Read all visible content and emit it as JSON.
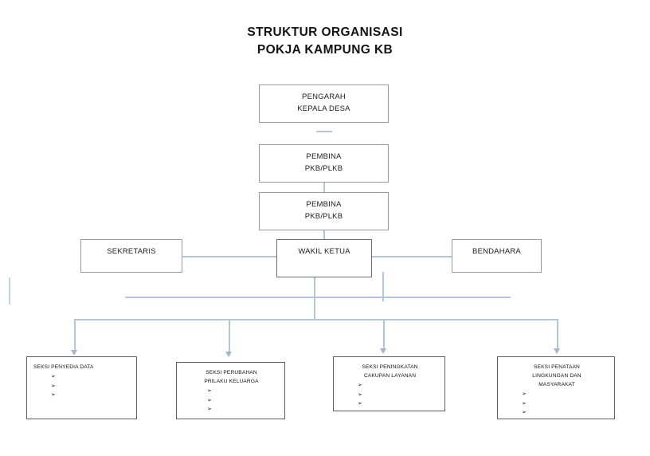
{
  "title": {
    "line1": "STRUKTUR ORGANISASI",
    "line2": "POKJA KAMPUNG KB"
  },
  "nodes": {
    "pengarah": {
      "line1": "PENGARAH",
      "line2": "KEPALA DESA"
    },
    "pembina1": {
      "line1": "PEMBINA",
      "line2": "PKB/PLKB"
    },
    "pembina2": {
      "line1": "PEMBINA",
      "line2": "PKB/PLKB"
    },
    "sekretaris": {
      "label": "SEKRETARIS"
    },
    "wakil_ketua": {
      "label": "WAKIL KETUA"
    },
    "bendahara": {
      "label": "BENDAHARA"
    }
  },
  "sections": [
    {
      "title_lines": [
        "SEKSI PENYEDIA DATA"
      ],
      "align": "left",
      "bullets": [
        "➢",
        "➢",
        "➢"
      ]
    },
    {
      "title_lines": [
        "SEKSI PERUBAHAN",
        "PRILAKU KELUARGA"
      ],
      "align": "center",
      "bullets": [
        "➢",
        "➢",
        "➢"
      ]
    },
    {
      "title_lines": [
        "SEKSI PENINGKATAN",
        "CAKUPAN LAYANAN"
      ],
      "align": "center",
      "bullets": [
        "➢",
        "➢",
        "➢"
      ]
    },
    {
      "title_lines": [
        "SEKSI PENATAAN",
        "LINGKUNGAN DAN",
        "MASYARAKAT"
      ],
      "align": "center",
      "bullets": [
        "➢",
        "➢",
        "➢"
      ]
    }
  ],
  "colors": {
    "connector": "#b3c6de",
    "box_border": "#9a9a9a",
    "leaf_border": "#5f5f5f",
    "text": "#1a1a1a",
    "background": "#ffffff"
  }
}
